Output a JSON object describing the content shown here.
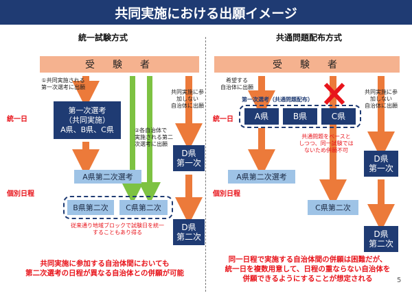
{
  "title": "共同実施における出願イメージ",
  "left": {
    "heading": "統一試験方式",
    "examinee": "受　験　者",
    "note_joint": "①共同実施される\n第一次選考に出願",
    "note_each": "②各自治体で\n実施される第二\n次選考に出願",
    "note_nonparticipant": "共同実施に参\n加しない\n自治体に出願",
    "first_exam": "第一次選考\n（共同実施）\nA県、B県、C県",
    "a_second": "A県第二次選考",
    "b_second": "B県第二次",
    "c_second": "C県第二次",
    "d_first": "D県\n第一次",
    "d_second": "D県\n第二次",
    "same_day_note": "従来通り地域ブロックで試験日を統一\nすることもあり得る",
    "bottom": "共同実施に参加する自治体間においても\n第二次選考の日程が異なる自治体との併願が可能"
  },
  "right": {
    "heading": "共通問題配布方式",
    "examinee": "受　験　者",
    "note_wishing": "希望する\n自治体に出願",
    "note_nonparticipant": "共同実施に参\n加しない\n自治体に出願",
    "first_exam_label": "第一次選考（共通問題配布）",
    "a_pref": "A県",
    "b_pref": "B県",
    "c_pref": "C県",
    "common_note": "共通問題をベースと\nしつつ、同一試験では\nないため併願不可",
    "a_second": "A県第二次選考",
    "c_second": "C県第二次",
    "d_first": "D県\n第一次",
    "d_second": "D県\n第二次",
    "bottom": "同一日程で実施する自治体間の併願は困難だが、\n統一日を複数用意して、日程の重ならない自治体を\n併願できるようにすることが想定される"
  },
  "row_labels": {
    "unified_day": "統一日",
    "individual_schedule": "個別日程"
  },
  "page_number": "5",
  "colors": {
    "title_bg": "#1f3b73",
    "navy": "#1f3b73",
    "orange_arrow": "#ec7a3a",
    "green_arrow": "#7dc242",
    "light_blue": "#9ec3e6",
    "examinee_bg": "#f5b28f",
    "red_text": "#e8141b"
  }
}
